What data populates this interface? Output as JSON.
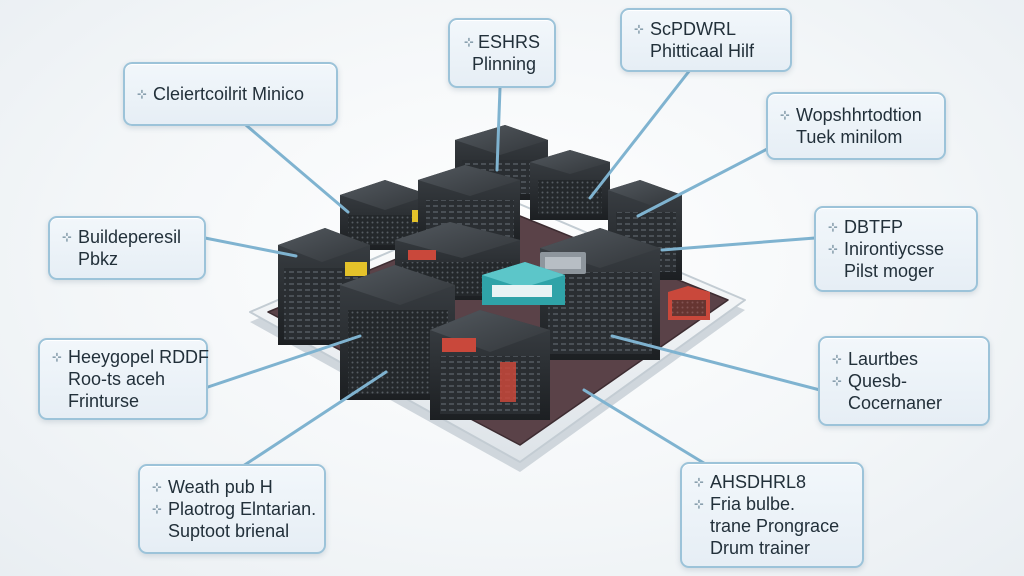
{
  "callouts": [
    {
      "id": "top-center",
      "lines": [
        {
          "icon": "⊹",
          "text": "ESHRS"
        },
        {
          "icon": "",
          "text": "Plinning"
        }
      ]
    },
    {
      "id": "top-right",
      "lines": [
        {
          "icon": "⊹",
          "text": "ScPDWRL"
        },
        {
          "icon": "",
          "text": "Phitticaal Hilf"
        }
      ]
    },
    {
      "id": "top-left",
      "lines": [
        {
          "icon": "⊹",
          "text": "Cleiertcoilrit Minico"
        }
      ]
    },
    {
      "id": "right-upper",
      "lines": [
        {
          "icon": "⊹",
          "text": "Wopshhrtodtion"
        },
        {
          "icon": "",
          "text": "Tuek minilom"
        }
      ]
    },
    {
      "id": "left-upper",
      "lines": [
        {
          "icon": "⊹",
          "text": "Buildeperesil"
        },
        {
          "icon": "",
          "text": "Pbkz"
        }
      ]
    },
    {
      "id": "right-middle",
      "lines": [
        {
          "icon": "⊹",
          "text": "DBTFP"
        },
        {
          "icon": "⊹",
          "text": "Inirontiycsse"
        },
        {
          "icon": "",
          "text": "Pilst moger"
        }
      ]
    },
    {
      "id": "left-middle",
      "lines": [
        {
          "icon": "⊹",
          "text": "Heeygopel RDDF"
        },
        {
          "icon": "",
          "text": "Roo-ts aceh"
        },
        {
          "icon": "",
          "text": "Frinturse"
        }
      ]
    },
    {
      "id": "right-lower",
      "lines": [
        {
          "icon": "⊹",
          "text": "Laurtbes"
        },
        {
          "icon": "⊹",
          "text": "Quesb-"
        },
        {
          "icon": "",
          "text": "Cocernaner"
        }
      ]
    },
    {
      "id": "bottom-left",
      "lines": [
        {
          "icon": "⊹",
          "text": "Weath pub H"
        },
        {
          "icon": "⊹",
          "text": "Plaotrog Elntarian."
        },
        {
          "icon": "",
          "text": "Suptoot brienal"
        }
      ]
    },
    {
      "id": "bottom-right",
      "lines": [
        {
          "icon": "⊹",
          "text": "AHSDHRL8"
        },
        {
          "icon": "⊹",
          "text": "Fria bulbe."
        },
        {
          "icon": "",
          "text": "trane Prongrace"
        },
        {
          "icon": "",
          "text": "Drum trainer"
        }
      ]
    }
  ],
  "colors": {
    "callout_border": "#9cc3d9",
    "leader_line": "#7fb3d0",
    "platform": "#ffffff",
    "board": "#5a4248",
    "module_dark": "#2b2f33",
    "accent_teal": "#2fa3a8",
    "accent_yellow": "#e4c22a",
    "accent_red": "#c9483b"
  }
}
